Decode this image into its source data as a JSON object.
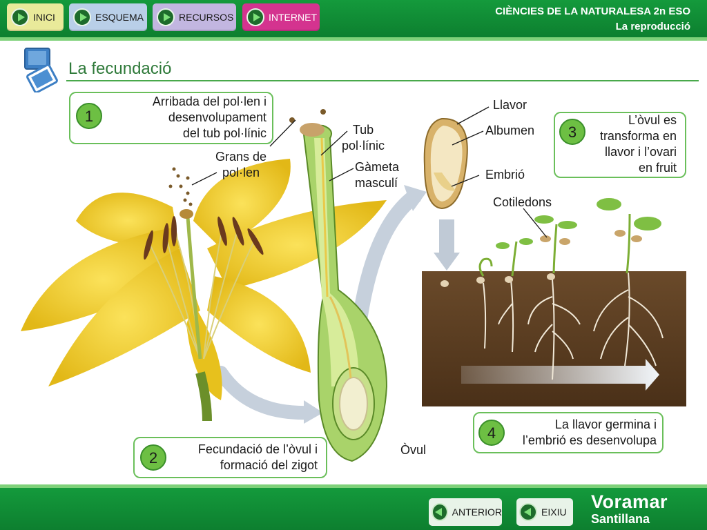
{
  "nav": {
    "inici": "INICI",
    "esquema": "ESQUEMA",
    "recursos": "RECURSOS",
    "internet": "INTERNET"
  },
  "header": {
    "course": "CIÈNCIES DE LA NATURALESA 2n ESO",
    "unit": "La reproducció"
  },
  "page": {
    "title": "La fecundació"
  },
  "steps": [
    {
      "number": "1",
      "text_lines": [
        "Arribada del pol·len i",
        "desenvolupament",
        "del tub pol·línic"
      ]
    },
    {
      "number": "2",
      "text_lines": [
        "Fecundació de l’òvul i",
        "formació del zigot"
      ]
    },
    {
      "number": "3",
      "text_lines": [
        "L’òvul es",
        "transforma en",
        "llavor i l’ovari",
        "en fruit"
      ]
    },
    {
      "number": "4",
      "text_lines": [
        "La llavor germina i",
        "l’embrió es desenvolupa"
      ]
    }
  ],
  "labels": {
    "grans_l1": "Grans de",
    "grans_l2": "pol·len",
    "tub_l1": "Tub",
    "tub_l2": "pol·línic",
    "gameta_l1": "Gàmeta",
    "gameta_l2": "masculí",
    "ovul": "Òvul",
    "llavor": "Llavor",
    "albumen": "Albumen",
    "embrio": "Embrió",
    "cotiledons": "Cotiledons"
  },
  "footer": {
    "anterior": "ANTERIOR",
    "exit": "EIXIU",
    "brand_line1": "Voramar",
    "brand_line2": "Santillana"
  },
  "colors": {
    "green_bar": "#149a3c",
    "step_border": "#6abf5a",
    "title_green": "#2f7a3a",
    "internet_magenta": "#d4338f"
  }
}
